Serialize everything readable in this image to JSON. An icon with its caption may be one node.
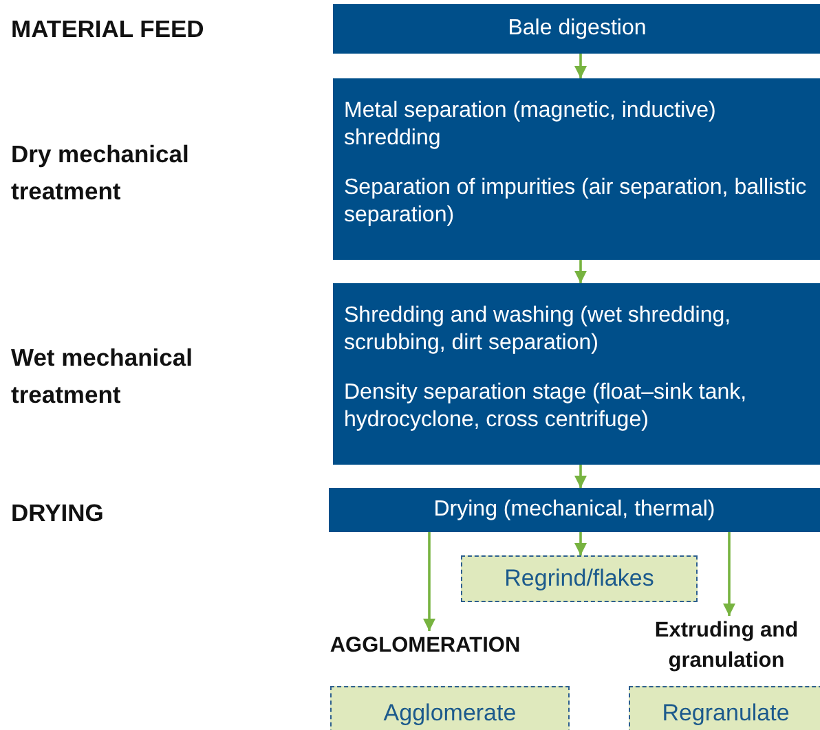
{
  "diagram": {
    "nodes": [
      {
        "text": [
          "Bale digestion"
        ]
      },
      {
        "text": [
          "Metal separation (magnetic, inductive) shredding",
          "Separation of impurities (air separation, ballistic separation)"
        ]
      },
      {
        "text": [
          "Shredding and washing (wet shredding, scrubbing, dirt separation)",
          "Density separation stage (float–sink tank, hydrocyclone, cross centrifuge)"
        ]
      },
      {
        "text": [
          "Drying (mechanical, thermal)"
        ]
      },
      {
        "text": [
          "Regrind/flakes"
        ]
      },
      {
        "text": [
          "AGGLOMERATION"
        ]
      },
      {
        "text": [
          "Extruding and granulation"
        ]
      },
      {
        "text": [
          "Agglomerate"
        ]
      },
      {
        "text": [
          "Regranulate"
        ]
      }
    ],
    "edges": [
      {
        "from": 0,
        "to": 1,
        "arrow": "to"
      },
      {
        "from": 1,
        "to": 2,
        "arrow": "to"
      },
      {
        "from": 2,
        "to": 3,
        "arrow": "to"
      },
      {
        "from": 3,
        "to": 4,
        "arrow": "to"
      },
      {
        "from": 3,
        "to": 5,
        "arrow": "to"
      },
      {
        "from": 3,
        "to": 6,
        "arrow": "to"
      }
    ],
    "labels": [
      "MATERIAL FEED",
      "Dry mechanical treatment",
      "Wet mechanical treatment",
      "DRYING"
    ]
  }
}
